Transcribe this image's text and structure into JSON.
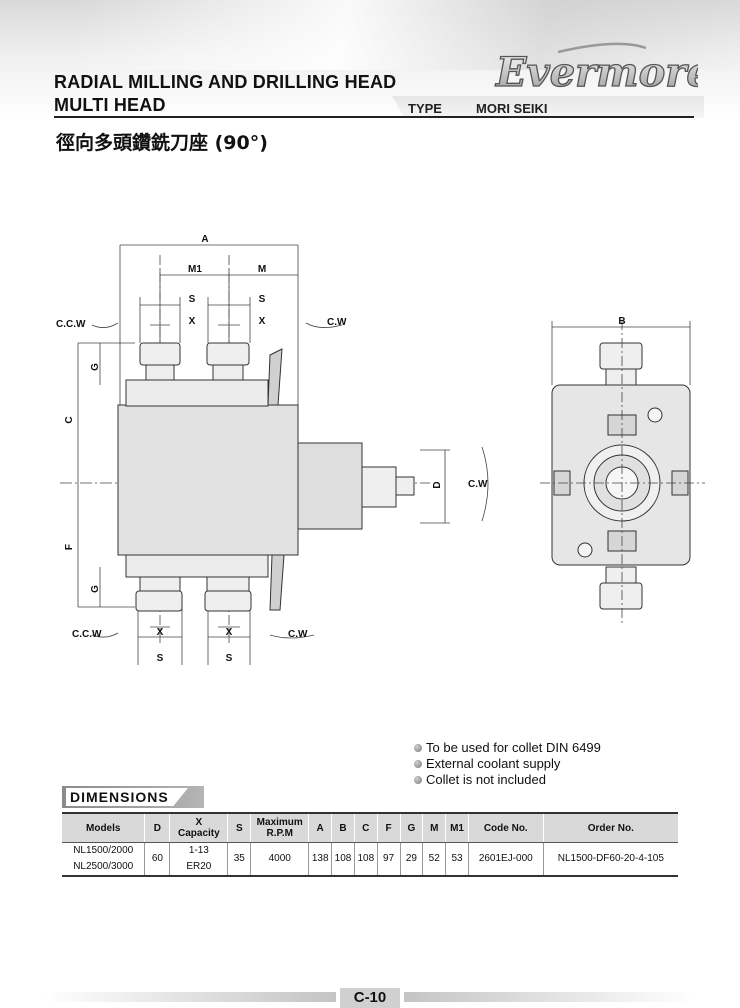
{
  "header": {
    "title_line1": "RADIAL MILLING AND DRILLING HEAD",
    "title_line2": "MULTI HEAD",
    "type_label": "TYPE",
    "type_value": "MORI SEIKI",
    "brand": "Evermore",
    "title_chinese": "徑向多頭鑽銑刀座 (90°)"
  },
  "drawing": {
    "labels": {
      "A": "A",
      "M1": "M1",
      "M": "M",
      "S": "S",
      "X": "X",
      "ccw": "C.C.W",
      "cw": "C.W",
      "G": "G",
      "C": "C",
      "F": "F",
      "D": "D",
      "B": "B"
    }
  },
  "notes": [
    "To be used for collet DIN 6499",
    "External coolant supply",
    "Collet is not included"
  ],
  "dimensions": {
    "title": "DIMENSIONS",
    "headers": {
      "models": "Models",
      "d": "D",
      "x_line1": "X",
      "x_line2": "Capacity",
      "s": "S",
      "rpm_line1": "Maximum",
      "rpm_line2": "R.P.M",
      "a": "A",
      "b": "B",
      "c": "C",
      "f": "F",
      "g": "G",
      "m": "M",
      "m1": "M1",
      "code": "Code No.",
      "order": "Order No."
    },
    "row": {
      "model1": "NL1500/2000",
      "model2": "NL2500/3000",
      "d": "60",
      "x1": "1-13",
      "x2": "ER20",
      "s": "35",
      "rpm": "4000",
      "a": "138",
      "b": "108",
      "c": "108",
      "f": "97",
      "g": "29",
      "m": "52",
      "m1": "53",
      "code": "2601EJ-000",
      "order": "NL1500-DF60-20-4-105"
    }
  },
  "footer": {
    "page": "C-10"
  }
}
